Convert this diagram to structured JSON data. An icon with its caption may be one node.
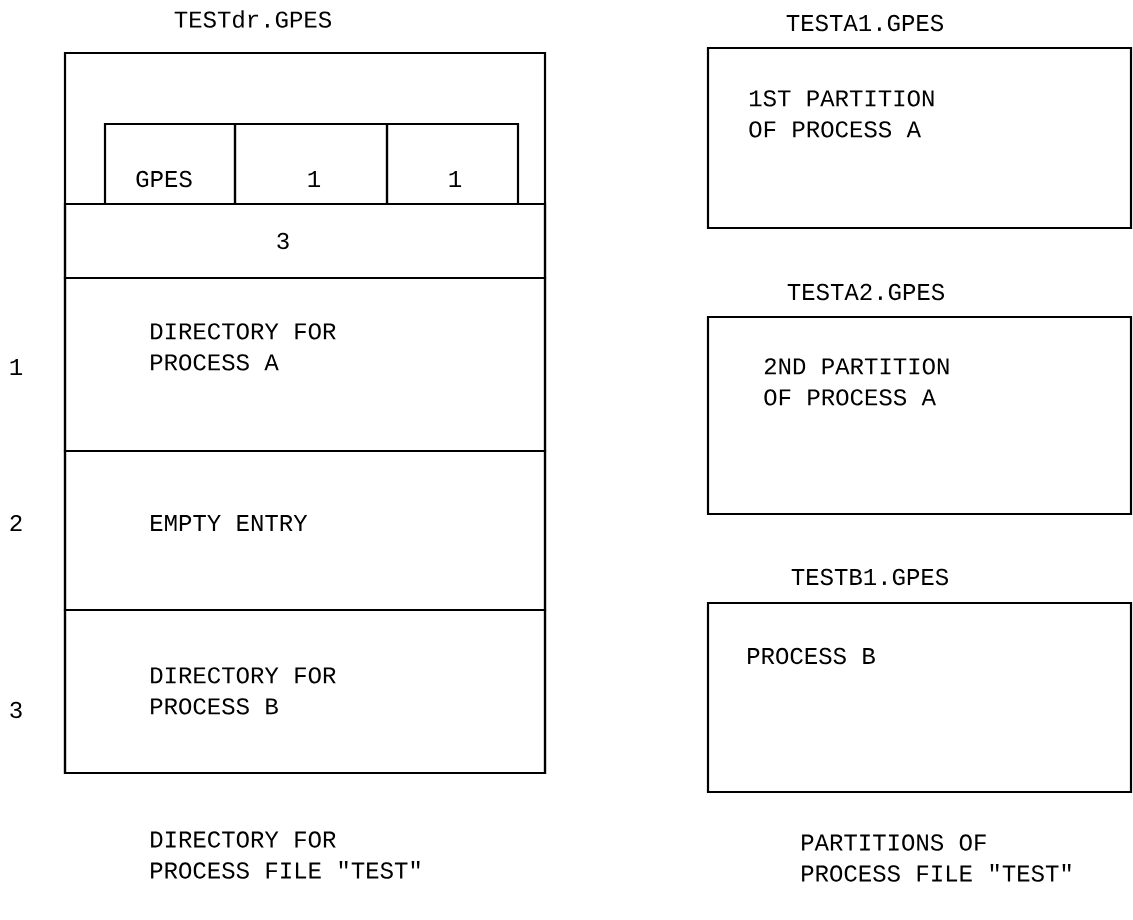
{
  "diagram": {
    "nodes": [
      {
        "text": [
          "TESTdr.GPES"
        ]
      },
      {
        "text": [
          "GPES"
        ],
        "in": 0
      },
      {
        "text": [
          "1"
        ],
        "in": 0
      },
      {
        "text": [
          "1"
        ],
        "in": 0
      },
      {
        "text": [
          "3"
        ],
        "in": 0
      },
      {
        "text": [
          "DIRECTORY FOR PROCESS A"
        ],
        "in": 0,
        "beside": [
          "1"
        ]
      },
      {
        "text": [
          "EMPTY ENTRY"
        ],
        "in": 0,
        "beside": [
          "2"
        ]
      },
      {
        "text": [
          "DIRECTORY FOR PROCESS B"
        ],
        "in": 0,
        "beside": [
          "3"
        ]
      },
      {
        "text": [
          "TESTA1.GPES",
          "1ST PARTITION OF PROCESS A"
        ]
      },
      {
        "text": [
          "TESTA2.GPES",
          "2ND PARTITION OF PROCESS A"
        ]
      },
      {
        "text": [
          "TESTB1.GPES",
          "PROCESS B"
        ]
      }
    ],
    "labels": [
      "DIRECTORY FOR PROCESS FILE \"TEST\"",
      "PARTITIONS OF PROCESS FILE \"TEST\""
    ]
  }
}
